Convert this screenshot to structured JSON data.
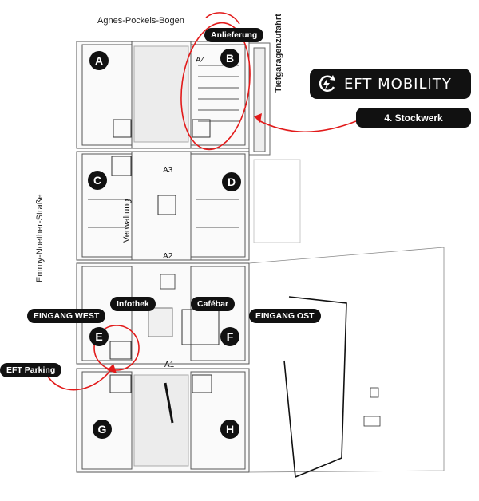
{
  "streets": {
    "north": "Agnes-Pockels-Bogen",
    "west": "Emmy-Noether-Straße",
    "garage": "Tiefgaragenzufahrt"
  },
  "brand": {
    "name": "EFT MOBILITY",
    "icon": "refresh-bolt-icon"
  },
  "floor_label": "4. Stockwerk",
  "pills": {
    "delivery": "Anlieferung",
    "info": "Infothek",
    "cafe": "Cafébar",
    "entrance_west": "EINGANG WEST",
    "entrance_east": "EINGANG OST",
    "parking": "EFT Parking"
  },
  "buildings": [
    "A",
    "B",
    "C",
    "D",
    "E",
    "F",
    "G",
    "H"
  ],
  "access_points": [
    "A1",
    "A2",
    "A3",
    "A4"
  ],
  "rooms": {
    "admin": "Verwaltung"
  },
  "colors": {
    "accent": "#e21b1b",
    "dark": "#111111"
  }
}
